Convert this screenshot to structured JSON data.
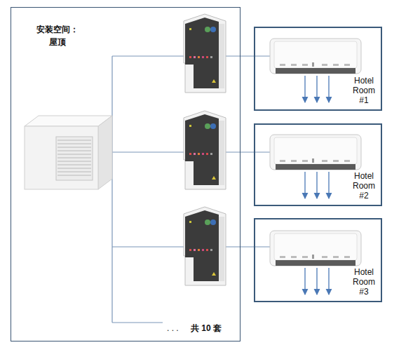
{
  "diagram": {
    "nodes": [
      {
        "text": [
          "安装空间： 屋顶"
        ]
      },
      {
        "text": [
          "Hotel Room #1"
        ]
      },
      {
        "text": [
          "Hotel Room #2"
        ]
      },
      {
        "text": [
          "Hotel Room #3"
        ]
      }
    ],
    "labels": [
      ". . .",
      "共 10 套"
    ]
  }
}
